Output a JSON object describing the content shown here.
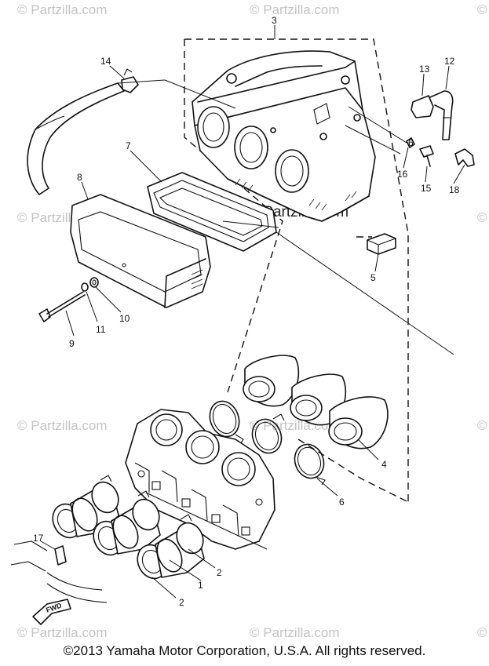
{
  "watermark": {
    "text": "© Partzilla.com",
    "center_text": "© Partzilla.com"
  },
  "callouts": {
    "c1": "1",
    "c2a": "2",
    "c2b": "2",
    "c3": "3",
    "c4": "4",
    "c5": "5",
    "c6a": "6",
    "c6b": "6",
    "c7": "7",
    "c8": "8",
    "c9": "9",
    "c10": "10",
    "c11": "11",
    "c12": "12",
    "c13": "13",
    "c14": "14",
    "c15": "15",
    "c16": "16",
    "c17": "17",
    "c18": "18"
  },
  "fwd_label": "FWD",
  "copyright": "©2013  Yamaha Motor Corporation, U.S.A. All rights reserved."
}
